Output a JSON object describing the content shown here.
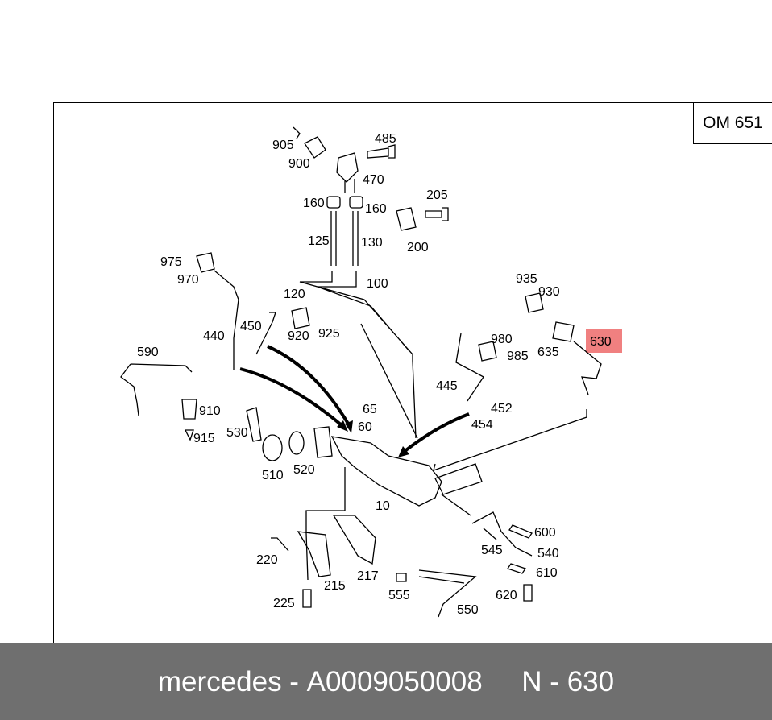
{
  "model_label": "OM 651",
  "highlight": {
    "label": "630",
    "color": "#f08080"
  },
  "parts": [
    {
      "id": "905",
      "label": "905"
    },
    {
      "id": "485",
      "label": "485"
    },
    {
      "id": "900",
      "label": "900"
    },
    {
      "id": "470",
      "label": "470"
    },
    {
      "id": "160a",
      "label": "160"
    },
    {
      "id": "160b",
      "label": "160"
    },
    {
      "id": "205",
      "label": "205"
    },
    {
      "id": "125",
      "label": "125"
    },
    {
      "id": "130",
      "label": "130"
    },
    {
      "id": "200",
      "label": "200"
    },
    {
      "id": "975",
      "label": "975"
    },
    {
      "id": "970",
      "label": "970"
    },
    {
      "id": "100",
      "label": "100"
    },
    {
      "id": "120",
      "label": "120"
    },
    {
      "id": "935",
      "label": "935"
    },
    {
      "id": "930",
      "label": "930"
    },
    {
      "id": "450",
      "label": "450"
    },
    {
      "id": "440",
      "label": "440"
    },
    {
      "id": "920",
      "label": "920"
    },
    {
      "id": "925",
      "label": "925"
    },
    {
      "id": "980",
      "label": "980"
    },
    {
      "id": "635",
      "label": "635"
    },
    {
      "id": "985",
      "label": "985"
    },
    {
      "id": "590",
      "label": "590"
    },
    {
      "id": "445",
      "label": "445"
    },
    {
      "id": "452",
      "label": "452"
    },
    {
      "id": "65",
      "label": "65"
    },
    {
      "id": "910",
      "label": "910"
    },
    {
      "id": "454",
      "label": "454"
    },
    {
      "id": "60",
      "label": "60"
    },
    {
      "id": "530",
      "label": "530"
    },
    {
      "id": "915",
      "label": "915"
    },
    {
      "id": "510",
      "label": "510"
    },
    {
      "id": "520",
      "label": "520"
    },
    {
      "id": "10",
      "label": "10"
    },
    {
      "id": "600",
      "label": "600"
    },
    {
      "id": "545",
      "label": "545"
    },
    {
      "id": "540",
      "label": "540"
    },
    {
      "id": "220",
      "label": "220"
    },
    {
      "id": "217",
      "label": "217"
    },
    {
      "id": "610",
      "label": "610"
    },
    {
      "id": "215",
      "label": "215"
    },
    {
      "id": "555",
      "label": "555"
    },
    {
      "id": "620",
      "label": "620"
    },
    {
      "id": "225",
      "label": "225"
    },
    {
      "id": "550",
      "label": "550"
    }
  ],
  "footer": {
    "brand": "mercedes",
    "sep1": " - ",
    "part_number": "A0009050008",
    "gap": "     ",
    "ref_prefix": "N - ",
    "ref_number": "630"
  }
}
